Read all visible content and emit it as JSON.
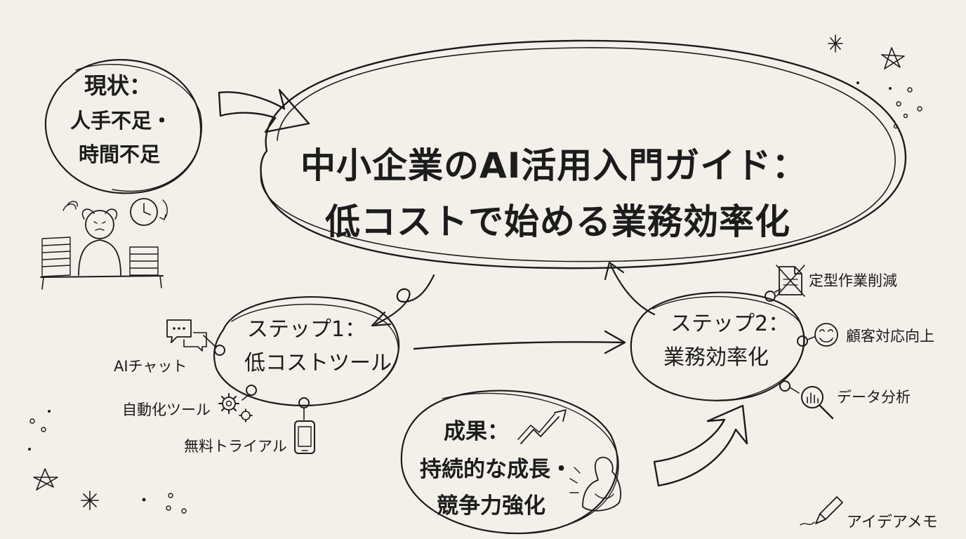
{
  "title": {
    "line1": "中小企業のAI活用入門ガイド：",
    "line2": "低コストで始める業務効率化"
  },
  "current_state": {
    "line1": "現状：",
    "line2": "人手不足・",
    "line3": "時間不足"
  },
  "step1": {
    "line1": "ステップ1：",
    "line2": "低コストツール",
    "items": [
      "AIチャット",
      "自動化ツール",
      "無料トライアル"
    ]
  },
  "step2": {
    "line1": "ステップ2：",
    "line2": "業務効率化",
    "items": [
      "定型作業削減",
      "顧客対応向上",
      "データ分析"
    ]
  },
  "result": {
    "line1": "成果：",
    "line2": "持続的な成長・",
    "line3": "競争力強化"
  },
  "memo_label": "アイデアメモ",
  "icons": {
    "chat": "chat-bubbles-icon",
    "gear": "gears-icon",
    "phone": "smartphone-icon",
    "document": "crossed-document-icon",
    "smile": "smiley-icon",
    "analysis": "magnifier-chart-icon",
    "clock": "clock-icon",
    "person": "stressed-worker-icon",
    "growth": "growth-arrow-icon",
    "muscle": "flexed-arm-icon",
    "pen": "pen-icon"
  },
  "colors": {
    "ink": "#1c1c1c",
    "paper": "#f3f0ea"
  }
}
